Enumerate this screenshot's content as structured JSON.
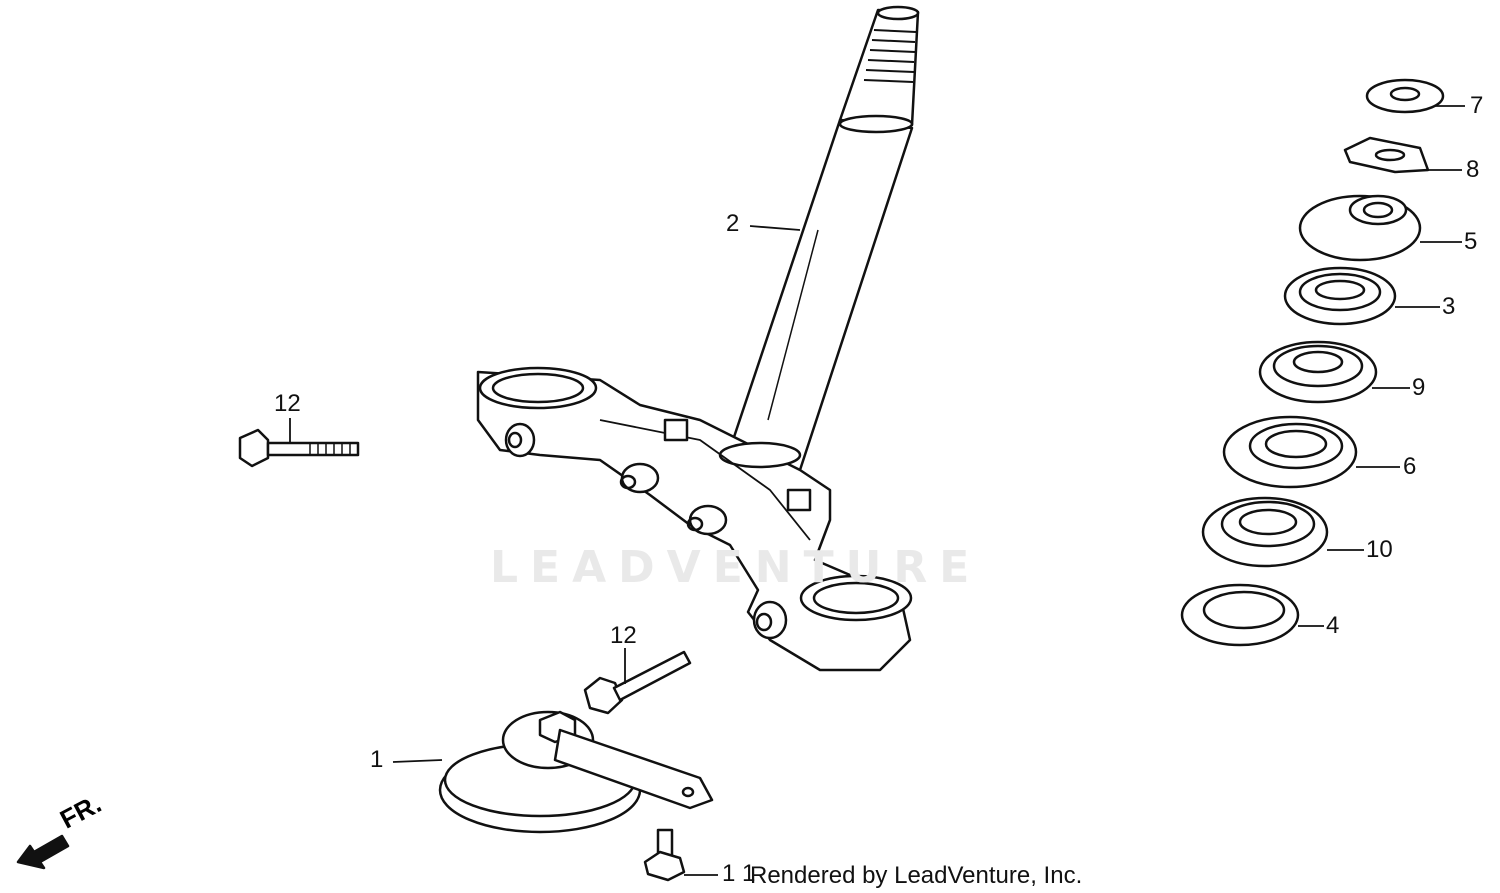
{
  "diagram": {
    "callouts": [
      {
        "id": "1",
        "label": "1"
      },
      {
        "id": "2",
        "label": "2"
      },
      {
        "id": "3",
        "label": "3"
      },
      {
        "id": "4",
        "label": "4"
      },
      {
        "id": "5",
        "label": "5"
      },
      {
        "id": "6",
        "label": "6"
      },
      {
        "id": "7",
        "label": "7"
      },
      {
        "id": "8",
        "label": "8"
      },
      {
        "id": "9",
        "label": "9"
      },
      {
        "id": "10",
        "label": "10"
      },
      {
        "id": "11",
        "label": "1 1"
      },
      {
        "id": "12a",
        "label": "12"
      },
      {
        "id": "12b",
        "label": "12"
      }
    ],
    "direction_label": "FR.",
    "watermark": "LEADVENTURE",
    "credit": "Rendered by LeadVenture, Inc."
  },
  "colors": {
    "line": "#111111",
    "watermark": "#e9e9e9",
    "background": "#ffffff"
  }
}
